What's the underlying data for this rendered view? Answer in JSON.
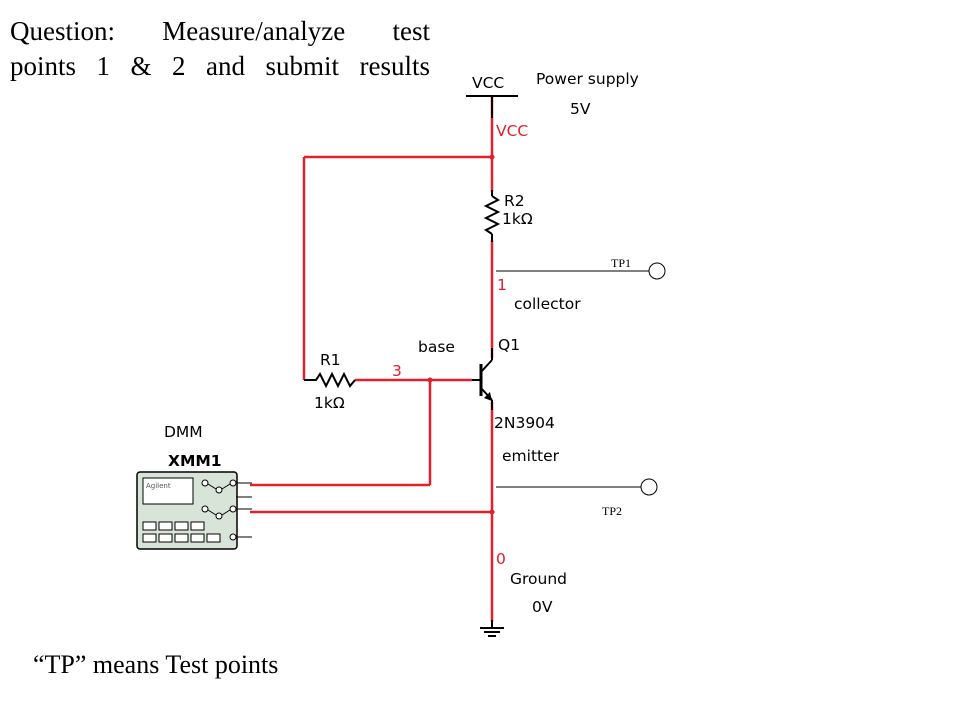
{
  "question": {
    "line1": "Question:  Measure/analyze test",
    "line2": "points 1 & 2 and submit results"
  },
  "footnote": "“TP” means Test points",
  "schematic": {
    "vcc_symbol": "VCC",
    "power_supply_label": "Power supply",
    "power_supply_value": "5V",
    "net_vcc": "VCC",
    "r2_name": "R2",
    "r2_value": "1kΩ",
    "r1_name": "R1",
    "r1_value": "1kΩ",
    "net_collector": "1",
    "collector_label": "collector",
    "base_label": "base",
    "net_base": "3",
    "q1_name": "Q1",
    "q1_part": "2N3904",
    "emitter_label": "emitter",
    "net_ground": "0",
    "ground_label": "Ground",
    "ground_value": "0V",
    "dmm_label": "DMM",
    "dmm_ref": "XMM1",
    "dmm_brand": "Agilent",
    "tp1": "TP1",
    "tp2": "TP2"
  },
  "colors": {
    "wire": "#e0202a",
    "component": "#000000",
    "dmm_body": "#d8e4d8"
  }
}
